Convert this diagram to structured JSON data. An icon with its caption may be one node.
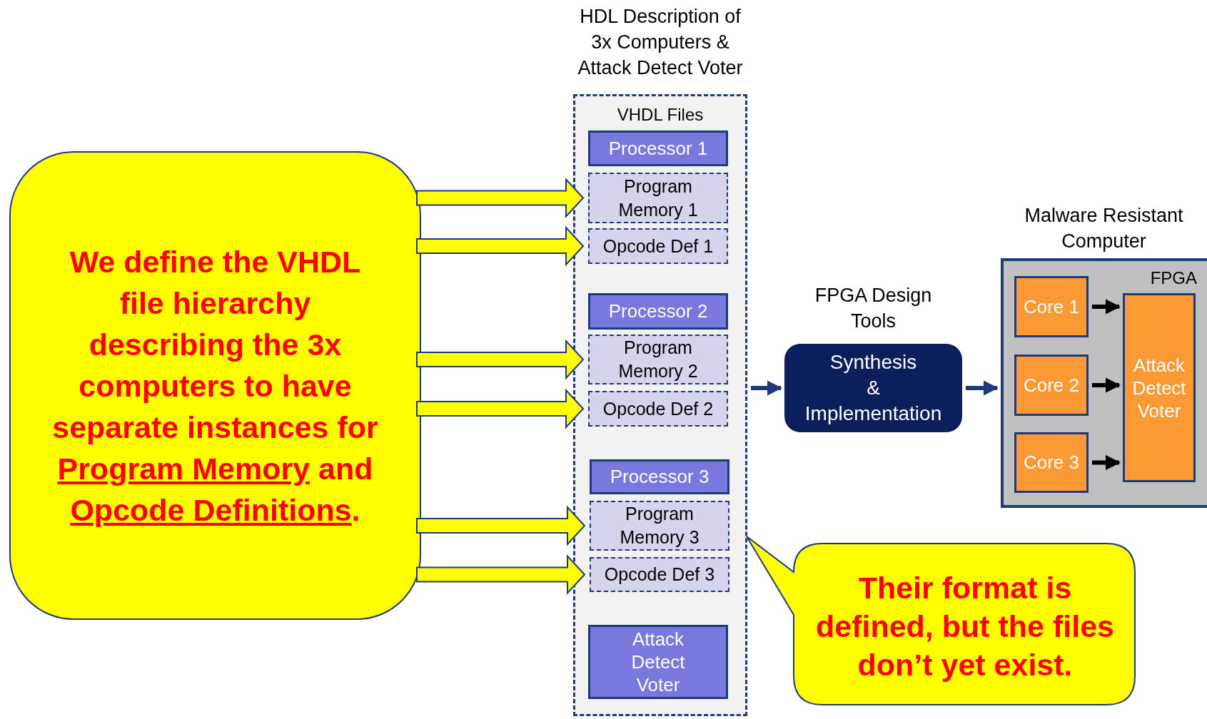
{
  "diagram": {
    "nodes": [
      {
        "text": [
          "We define the VHDL file hierarchy describing the 3x computers to have separate instances for *Program Memory* and *Opcode Definitions*."
        ]
      },
      {
        "text": [
          "HDL Description of 3x Computers & Attack Detect Voter",
          "VHDL Files"
        ]
      },
      {
        "text": [
          "Processor 1"
        ],
        "in": 1
      },
      {
        "text": [
          "Program Memory 1"
        ],
        "in": 1
      },
      {
        "text": [
          "Opcode Def 1"
        ],
        "in": 1
      },
      {
        "text": [
          "Processor 2"
        ],
        "in": 1
      },
      {
        "text": [
          "Program Memory 2"
        ],
        "in": 1
      },
      {
        "text": [
          "Opcode Def 2"
        ],
        "in": 1
      },
      {
        "text": [
          "Processor 3"
        ],
        "in": 1
      },
      {
        "text": [
          "Program Memory 3"
        ],
        "in": 1
      },
      {
        "text": [
          "Opcode Def 3"
        ],
        "in": 1
      },
      {
        "text": [
          "Attack Detect Voter"
        ],
        "in": 1
      },
      {
        "text": [
          "FPGA Design Tools",
          "Synthesis & Implementation"
        ]
      },
      {
        "text": [
          "Malware Resistant Computer",
          "FPGA"
        ]
      },
      {
        "text": [
          "Core 1"
        ],
        "in": 13
      },
      {
        "text": [
          "Core 2"
        ],
        "in": 13
      },
      {
        "text": [
          "Core 3"
        ],
        "in": 13
      },
      {
        "text": [
          "Attack Detect Voter"
        ],
        "in": 13
      },
      {
        "text": [
          "Their format is defined, but the files don’t yet exist."
        ]
      }
    ],
    "edges": [
      {
        "from": 0,
        "to": 3,
        "arrow": "to",
        "style": "thick",
        "color": "#ffff00"
      },
      {
        "from": 0,
        "to": 4,
        "arrow": "to",
        "style": "thick",
        "color": "#ffff00"
      },
      {
        "from": 0,
        "to": 6,
        "arrow": "to",
        "style": "thick",
        "color": "#ffff00"
      },
      {
        "from": 0,
        "to": 7,
        "arrow": "to",
        "style": "thick",
        "color": "#ffff00"
      },
      {
        "from": 0,
        "to": 9,
        "arrow": "to",
        "style": "thick",
        "color": "#ffff00"
      },
      {
        "from": 0,
        "to": 10,
        "arrow": "to",
        "style": "thick",
        "color": "#ffff00"
      },
      {
        "from": 1,
        "to": 12,
        "arrow": "to",
        "color": "#1f3a7a"
      },
      {
        "from": 12,
        "to": 13,
        "arrow": "to",
        "color": "#1f3a7a"
      },
      {
        "from": 14,
        "to": 17,
        "arrow": "to",
        "color": "#000000"
      },
      {
        "from": 15,
        "to": 17,
        "arrow": "to",
        "color": "#000000"
      },
      {
        "from": 16,
        "to": 17,
        "arrow": "to",
        "color": "#000000"
      }
    ]
  }
}
